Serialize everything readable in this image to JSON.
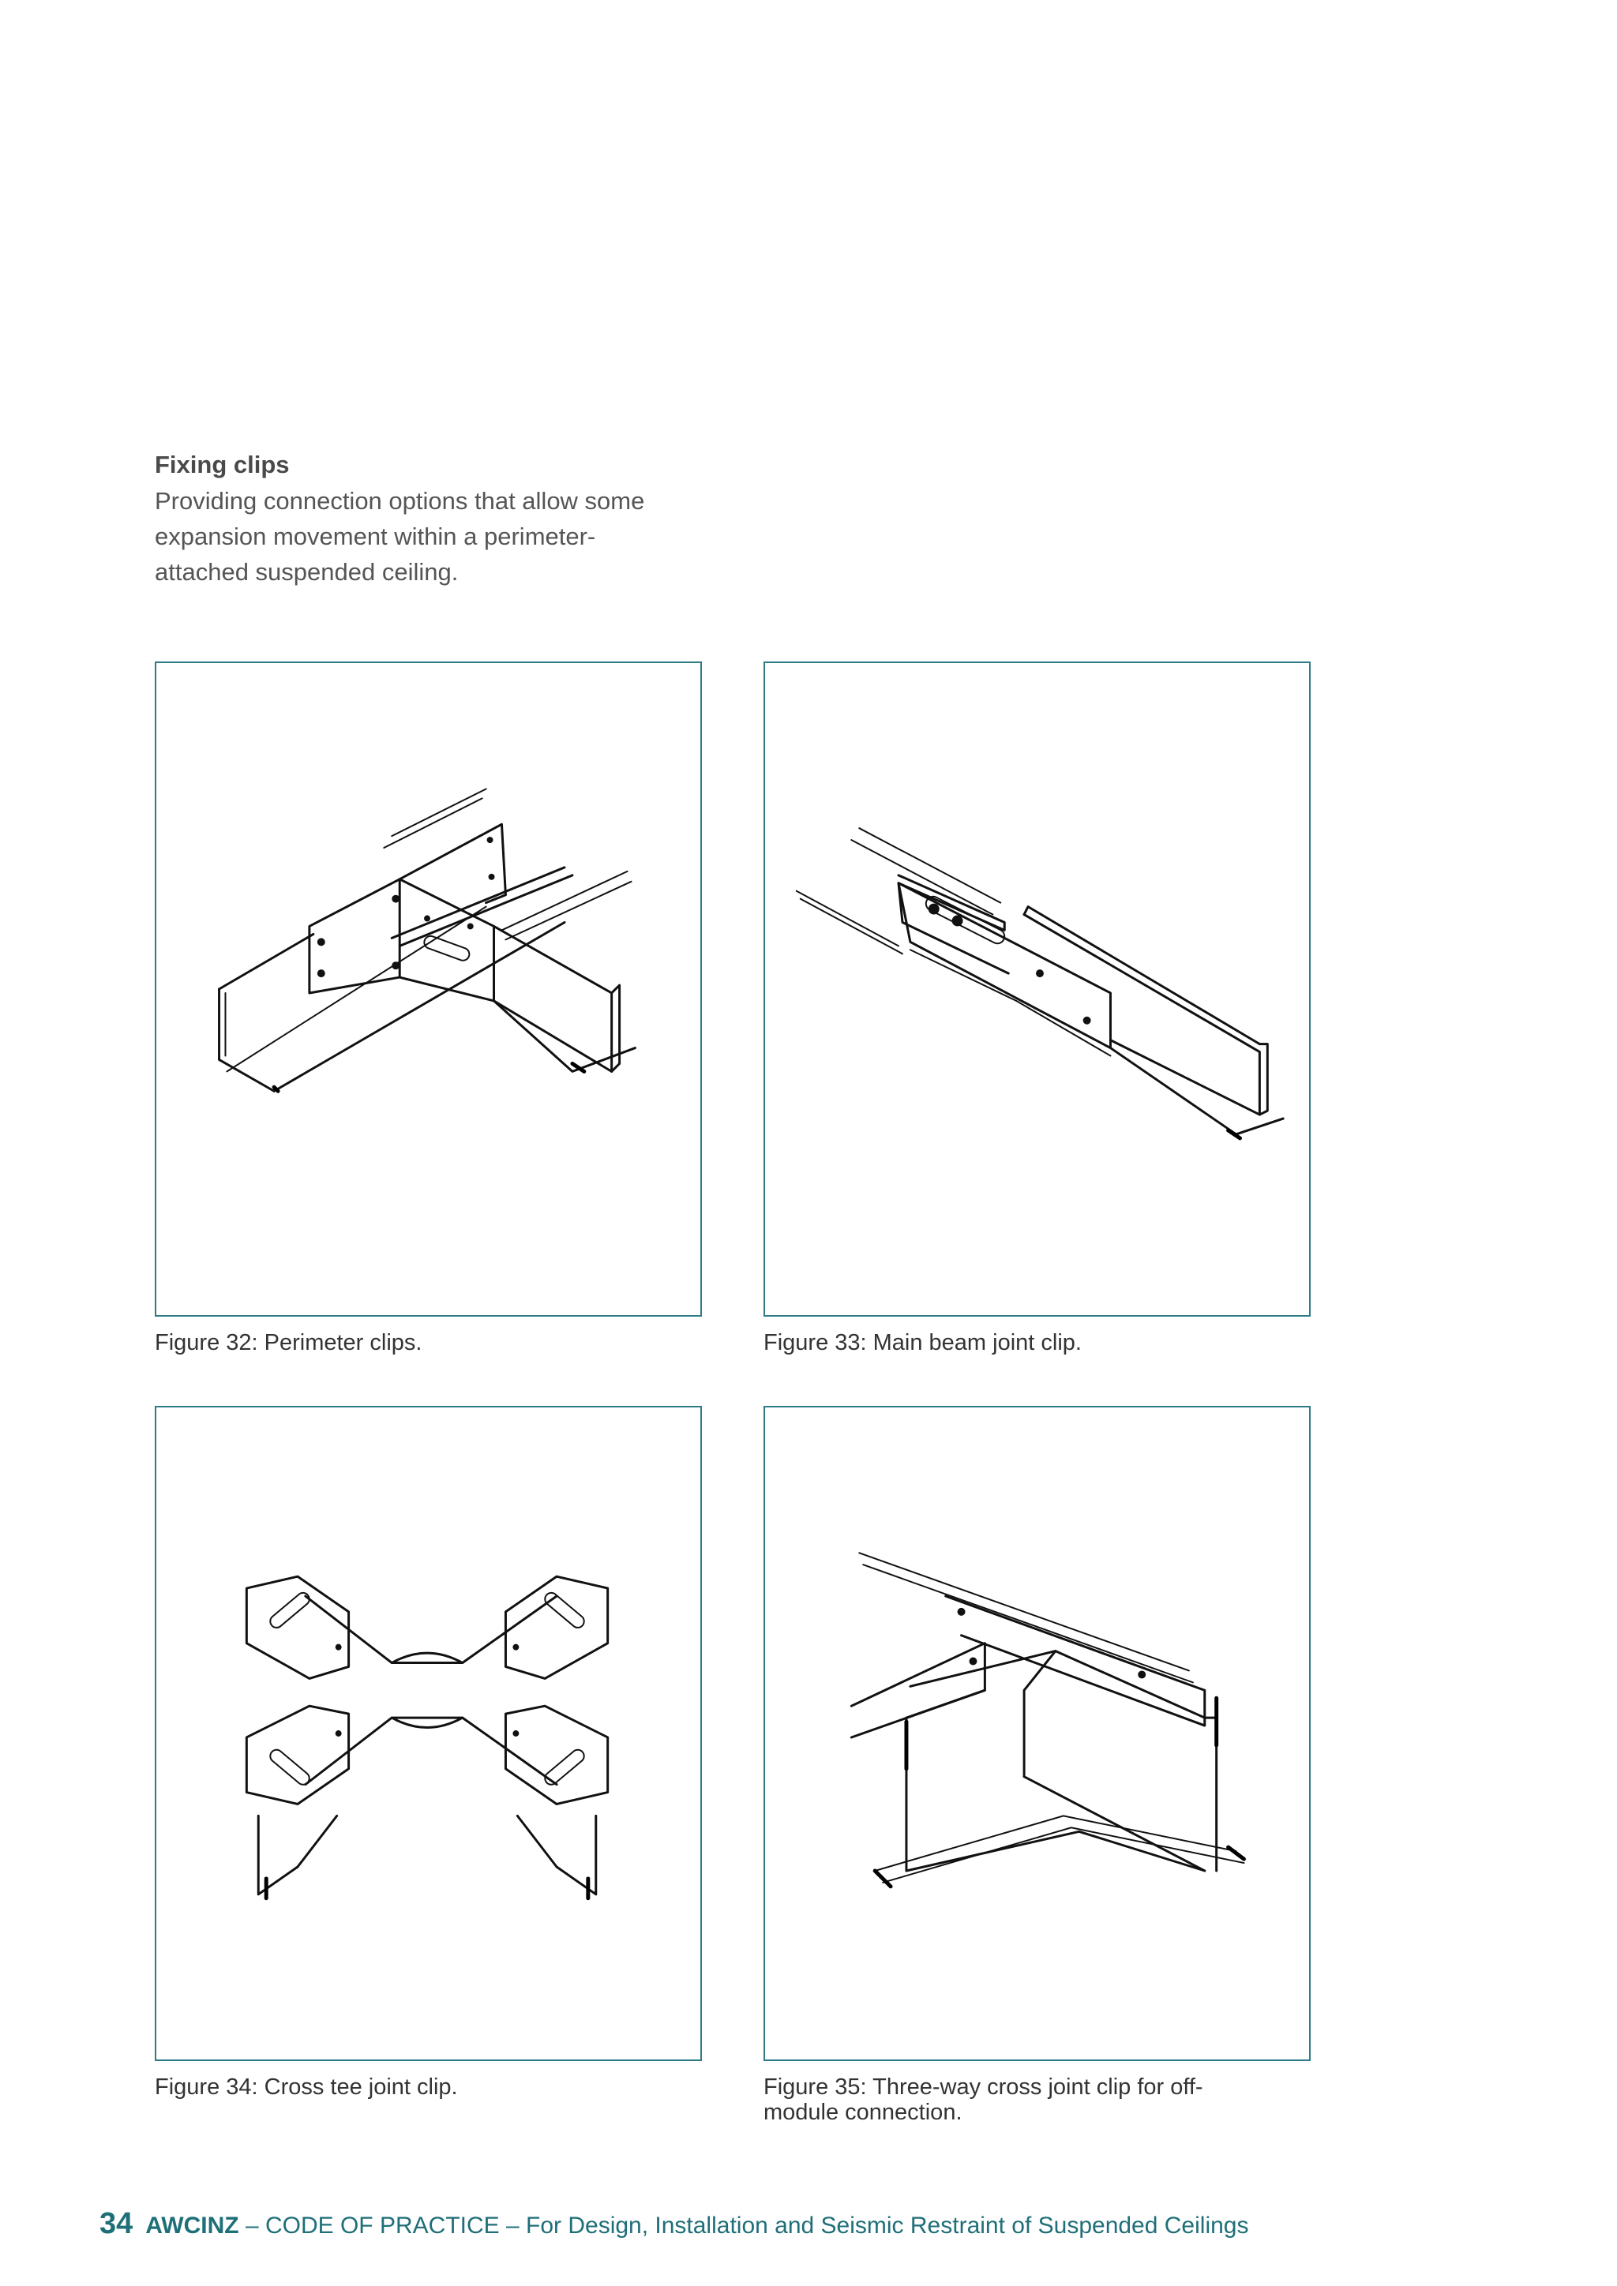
{
  "section": {
    "heading": "Fixing clips",
    "body_lines": [
      "Providing connection options that allow some",
      "expansion movement within a perimeter-",
      "attached suspended ceiling."
    ]
  },
  "figures": [
    {
      "caption": "Figure 32: Perimeter clips."
    },
    {
      "caption": "Figure 33: Main beam joint clip."
    },
    {
      "caption": "Figure 34: Cross tee joint clip."
    },
    {
      "caption_lines": [
        "Figure 35: Three-way cross joint clip for off-",
        "module connection."
      ]
    }
  ],
  "footer": {
    "page_number": "34",
    "org": "AWCINZ",
    "title": " – CODE OF PRACTICE – For Design, Installation and Seismic Restraint of Suspended Ceilings"
  },
  "colors": {
    "accent": "#2e7d86",
    "footer_text": "#1f6f78"
  }
}
